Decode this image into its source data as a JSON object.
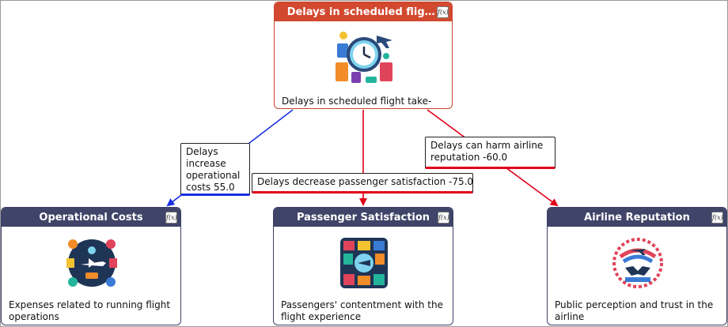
{
  "nodes": {
    "root": {
      "title": "Delays in scheduled flight ...",
      "description": "Delays in scheduled flight take-offs",
      "image_icon": "flight-delay-clock-illustration",
      "function_icon_text": "f(x)"
    },
    "operational_costs": {
      "title": "Operational Costs",
      "description": "Expenses related to running flight operations",
      "image_icon": "operational-costs-illustration",
      "function_icon_text": "f(x)"
    },
    "passenger_satisfaction": {
      "title": "Passenger Satisfaction",
      "description": "Passengers' contentment with the flight experience",
      "image_icon": "passenger-satisfaction-illustration",
      "function_icon_text": "f(x)"
    },
    "airline_reputation": {
      "title": "Airline Reputation",
      "description": "Public perception and trust in the airline",
      "image_icon": "airline-reputation-illustration",
      "function_icon_text": "f(x)"
    }
  },
  "edges": [
    {
      "id": "to_ops",
      "label": "Delays increase operational costs 55.0",
      "color": "#1b2fe0"
    },
    {
      "id": "to_pax",
      "label": "Delays decrease passenger satisfaction -75.0",
      "color": "#e0001b"
    },
    {
      "id": "to_rep",
      "label": "Delays can harm airline reputation -60.0",
      "color": "#e0001b"
    }
  ],
  "colors": {
    "root_header": "#d2492f",
    "child_header": "#3f4468",
    "positive_edge": "#1b2fe0",
    "negative_edge": "#e0001b"
  }
}
